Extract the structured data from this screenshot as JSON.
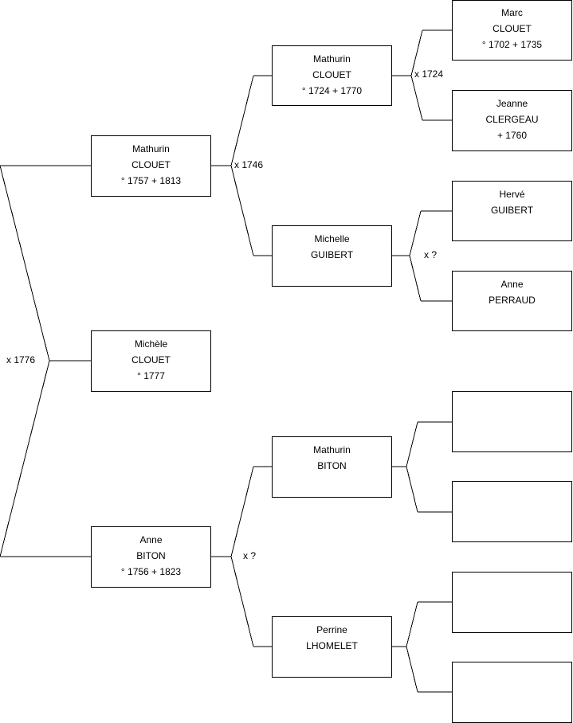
{
  "persons": {
    "michele": {
      "first": "Michèle",
      "last": "CLOUET",
      "dates": "° 1777"
    },
    "mathurin_clouet_1757": {
      "first": "Mathurin",
      "last": "CLOUET",
      "dates": "° 1757 + 1813"
    },
    "anne_biton": {
      "first": "Anne",
      "last": "BITON",
      "dates": "° 1756 + 1823"
    },
    "mathurin_clouet_1724": {
      "first": "Mathurin",
      "last": "CLOUET",
      "dates": "° 1724 + 1770"
    },
    "michelle_guibert": {
      "first": "Michelle",
      "last": "GUIBERT",
      "dates": ""
    },
    "mathurin_biton": {
      "first": "Mathurin",
      "last": "BITON",
      "dates": ""
    },
    "perrine_lhomelet": {
      "first": "Perrine",
      "last": "LHOMELET",
      "dates": ""
    },
    "marc_clouet": {
      "first": "Marc",
      "last": "CLOUET",
      "dates": "° 1702 + 1735"
    },
    "jeanne_clergeau": {
      "first": "Jeanne",
      "last": "CLERGEAU",
      "dates": "+ 1760"
    },
    "herve_guibert": {
      "first": "Hervé",
      "last": "GUIBERT",
      "dates": ""
    },
    "anne_perraud": {
      "first": "Anne",
      "last": "PERRAUD",
      "dates": ""
    }
  },
  "marriages": {
    "parents": "x 1776",
    "clouet_guibert": "x 1746",
    "biton_lhomelet": "x ?",
    "marc_jeanne": "x 1724",
    "herve_anne": "x ?"
  }
}
